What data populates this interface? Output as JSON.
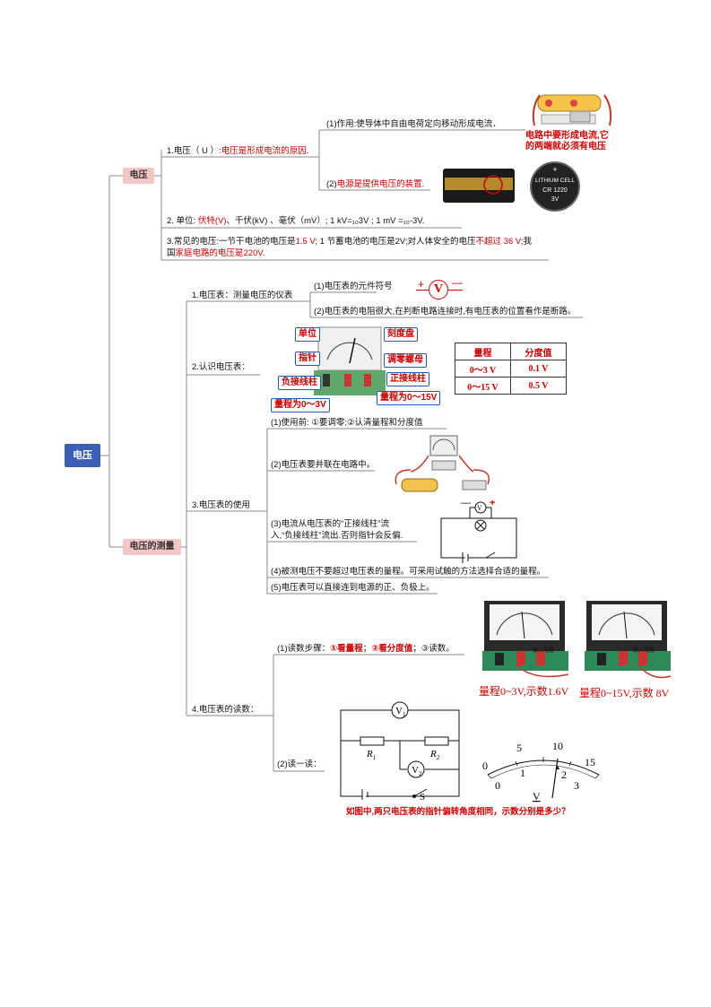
{
  "root": {
    "label": "电压"
  },
  "branch_voltage": {
    "label": "电压",
    "item1": {
      "prefix": "1.电压（ U ）:",
      "highlight": "电压是形成电流的原因",
      "suffix": ".",
      "sub1": "(1)作用:使导体中自由电荷定向移动形成电流．",
      "sub1_note_line1": "电路中要形成电流,它",
      "sub1_note_line2": "的两端就必须有电压",
      "sub2_prefix": "(2)",
      "sub2_highlight": "电源是提供电压的装置",
      "sub2_suffix": "."
    },
    "item2": {
      "prefix": "2. 单位: ",
      "highlight": "伏特(V)",
      "rest": "、千伏(kV) 、毫伏（mV）; 1 kV=₁₀3V ; 1 mV =₁₀-3V."
    },
    "item3": {
      "line1_a": "3.常见的电压:一节干电池的电压是",
      "line1_b": "1.5 V",
      "line1_c": "; 1 节蓄电池的电压是2V;对人体安全的电压",
      "line1_d": "不超过 36 V",
      "line1_e": ";我",
      "line2_a": "国",
      "line2_b": "家庭电路的电压是220V",
      "line2_c": "."
    },
    "battery_label": "LITHIUM CELL",
    "battery_model": "CR 1220",
    "battery_volt": "3V",
    "battery_plus": "+"
  },
  "branch_measure": {
    "label": "电压的测量",
    "s1": {
      "title": "1.电压表：测量电压的仪表",
      "a": "(1)电压表的元件符号",
      "b": "(2)电压表的电阻很大,在判断电路连接时,有电压表的位置看作是断路。",
      "symbol_plus": "+",
      "symbol_v": "V",
      "symbol_minus": "—"
    },
    "s2": {
      "title": "2.认识电压表：",
      "labels": {
        "unit": "单位",
        "dial": "刻度盘",
        "pointer": "指针",
        "zero": "调零螺母",
        "neg": "负接线柱",
        "pos": "正接线柱",
        "r1": "量程为0～3V",
        "r2": "量程为0～15V"
      },
      "table": {
        "headers": [
          "量程",
          "分度值"
        ],
        "rows": [
          [
            "0～3 V",
            "0.1 V"
          ],
          [
            "0～15 V",
            "0.5 V"
          ]
        ]
      }
    },
    "s3": {
      "title": "3.电压表的使用",
      "a": "(1)使用前:      ①要调零;②认清量程和分度值",
      "b": "(2)电压表要并联在电路中。",
      "c1": "(3)电流从电压表的“正接线柱”流",
      "c2": "入,“负接线柱”流出.否则指针会反偏.",
      "d": "(4)被测电压不要超过电压表的量程。可采用试触的方法选择合适的量程。",
      "e": "(5)电压表可以直接连到电源的正、负极上。"
    },
    "s4": {
      "title": "4.电压表的读数：",
      "a_prefix": "(1)读数步骤：",
      "a_h1": "①看量程",
      "a_sep1": "；",
      "a_h2": "②看分度值",
      "a_sep2": "；③读数。",
      "meter_caption1": "量程0~3V,示数1.6V",
      "meter_caption2": "量程0~15V,示数 8V",
      "meter_tag": "接入电路",
      "b": "(2)读一读：",
      "question": "如图中,两只电压表的指针偏转角度相同，示数分别是多少？",
      "circuit": {
        "v1": "V",
        "v1s": "1",
        "v2": "V",
        "v2s": "2",
        "r1": "R",
        "r1s": "1",
        "r2": "R",
        "r2s": "2",
        "s": "S"
      },
      "scale": {
        "top": [
          "0",
          "5",
          "10",
          "15"
        ],
        "bottom": [
          "0",
          "1",
          "2",
          "3"
        ],
        "unit": "V"
      }
    }
  }
}
